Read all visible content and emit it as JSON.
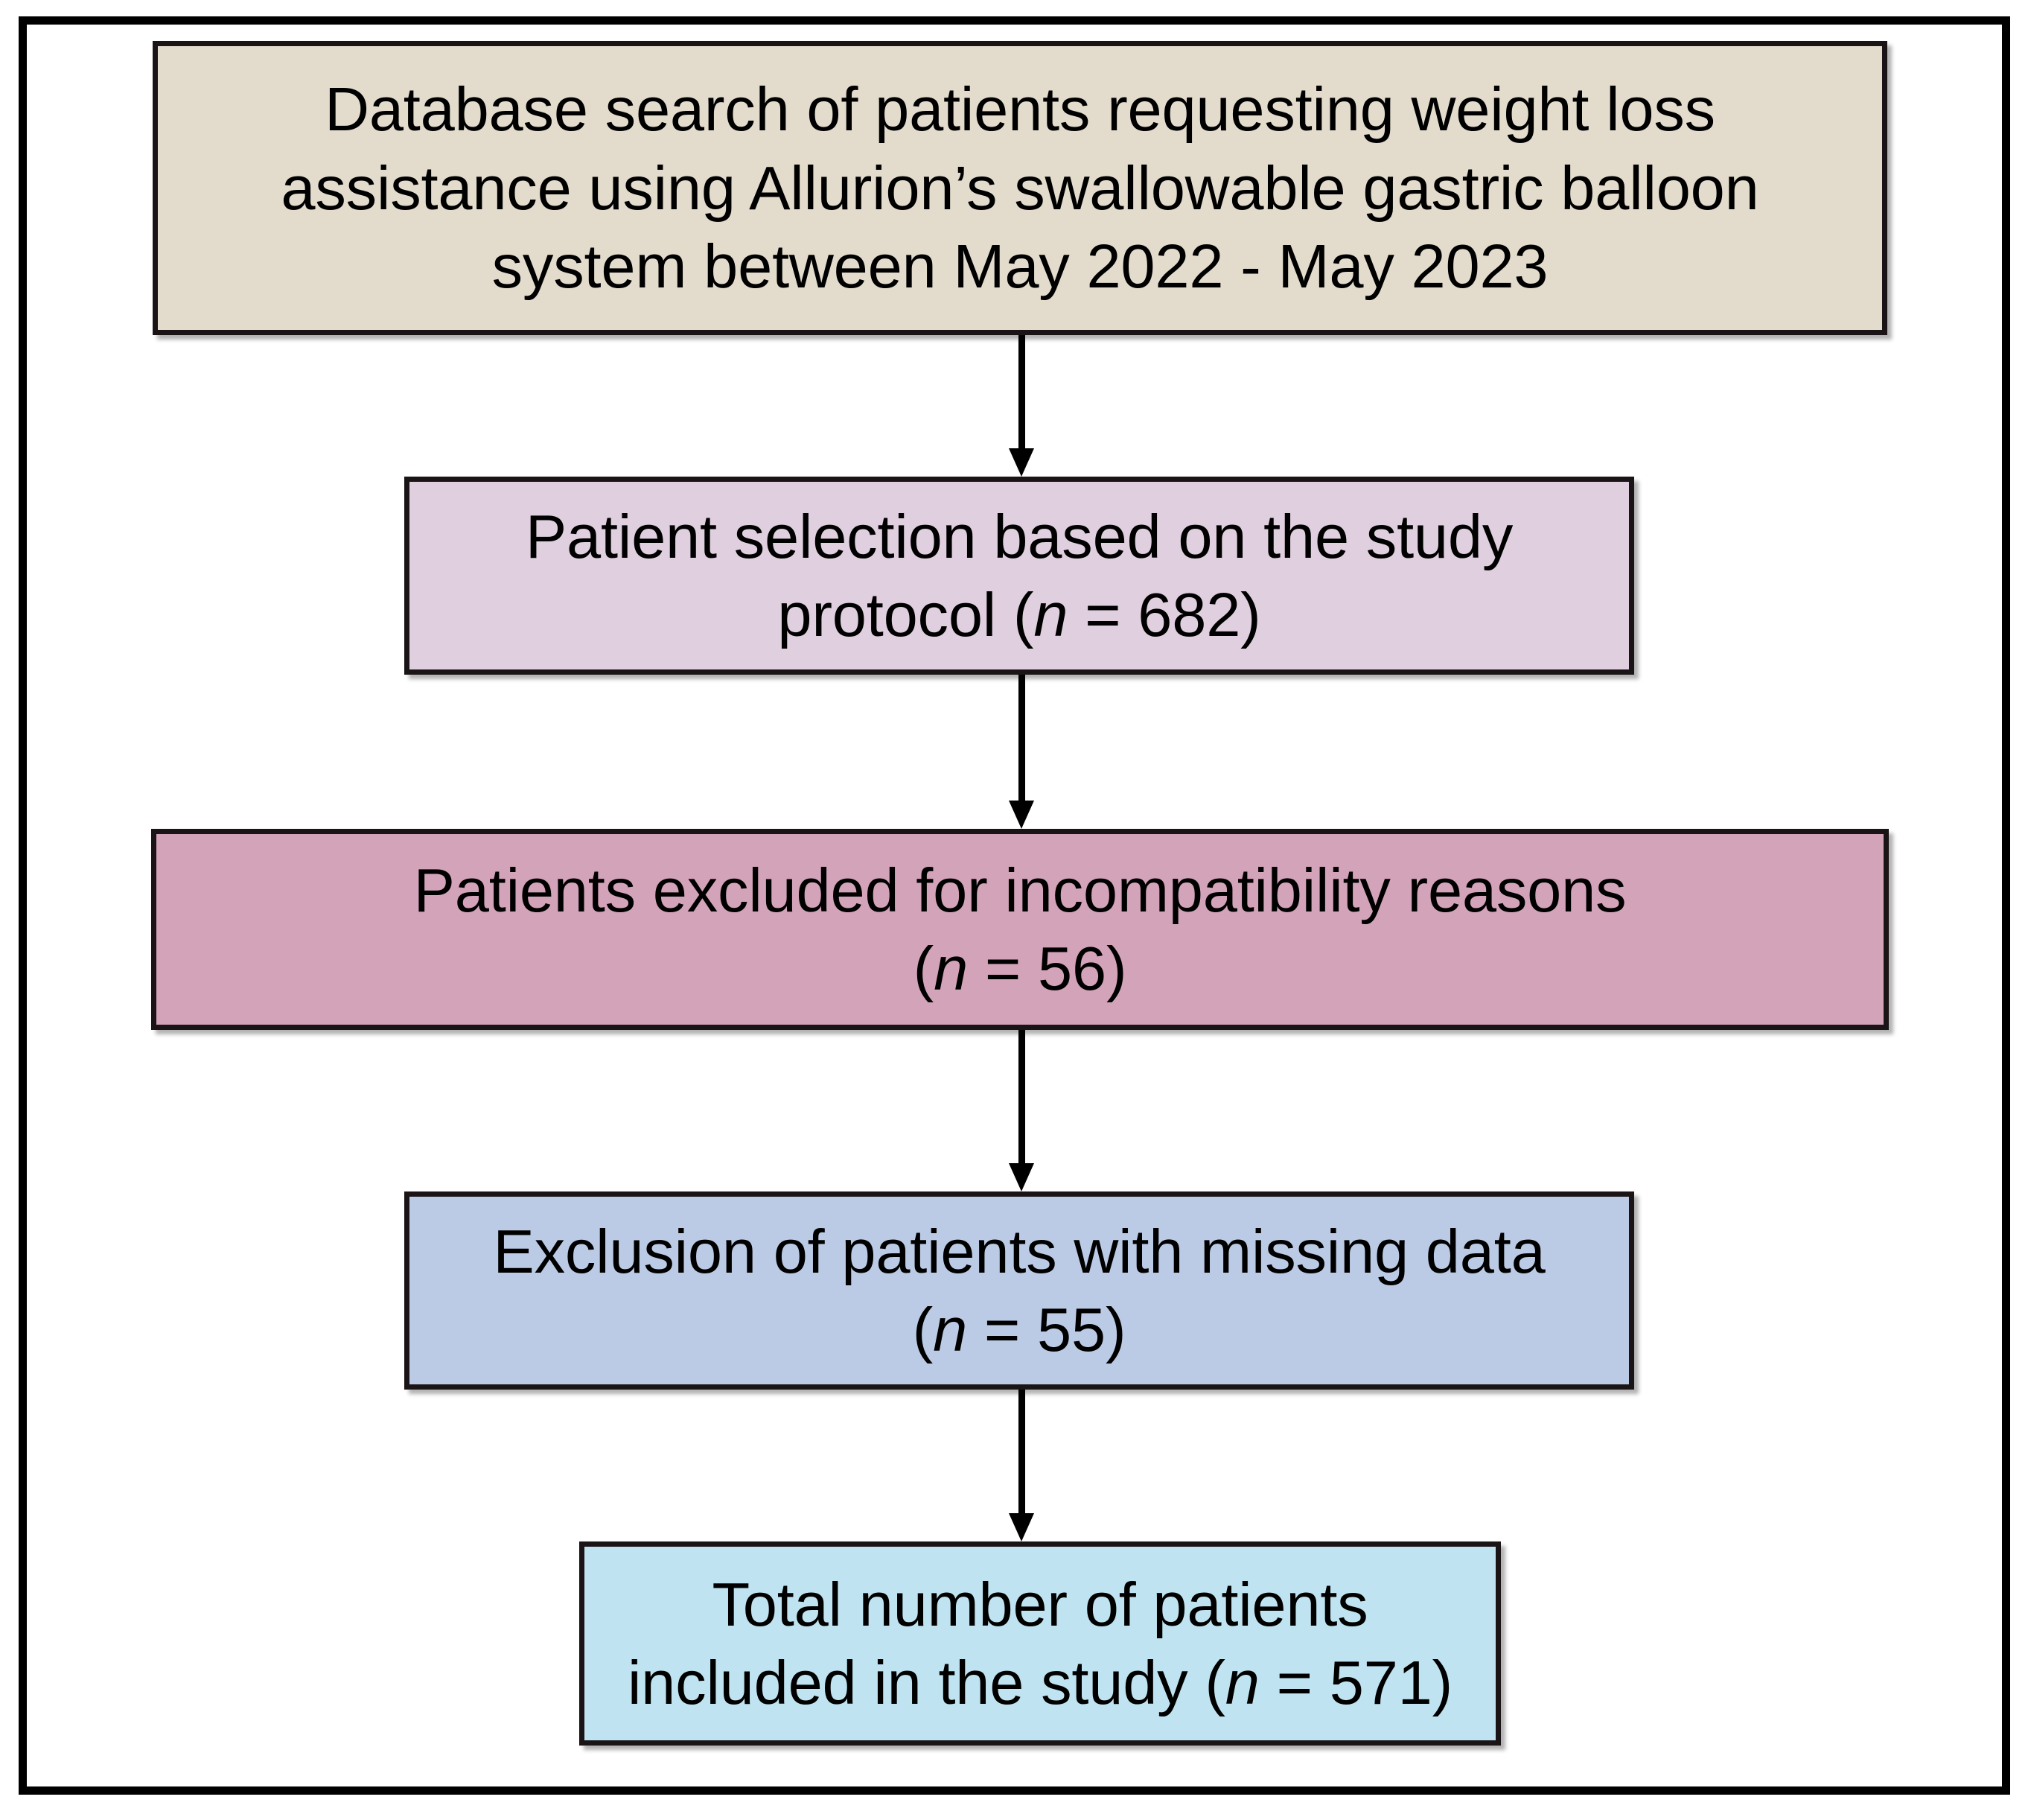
{
  "figure": {
    "type": "flowchart",
    "orientation": "vertical-top-down",
    "frame_color": "#000000",
    "background": "#ffffff"
  },
  "chart_data": {
    "type": "table",
    "title": "Patient selection flow diagram",
    "nodes": [
      {
        "id": "database-search",
        "text": "Database search of patients requesting weight loss assistance using Allurion’s swallowable gastric balloon system between May 2022 - May 2023",
        "lines": [
          "Database search of patients requesting weight loss",
          "assistance using Allurion’s swallowable gastric balloon",
          "system between May 2022 - May 2023"
        ],
        "n": null,
        "fill": "#e3dccd"
      },
      {
        "id": "patient-selection",
        "text": "Patient selection based on the study protocol (n = 682)",
        "lines": [
          "Patient selection based on the study",
          "protocol (n = 682)"
        ],
        "n": 682,
        "fill": "#e0cfdf"
      },
      {
        "id": "excluded-incompatibility",
        "text": "Patients excluded for incompatibility reasons (n = 56)",
        "lines": [
          "Patients excluded for incompatibility reasons",
          "(n = 56)"
        ],
        "n": 56,
        "fill": "#d3a3b9"
      },
      {
        "id": "missing-data",
        "text": "Exclusion of patients with missing data (n = 55)",
        "lines": [
          "Exclusion of patients with missing data",
          "(n = 55)"
        ],
        "n": 55,
        "fill": "#bccbe5"
      },
      {
        "id": "total-included",
        "text": "Total number of patients included in the study (n = 571)",
        "lines": [
          "Total number of patients",
          "included in the study (n = 571)"
        ],
        "n": 571,
        "fill": "#bfe3f0"
      }
    ],
    "edges": [
      {
        "from": "database-search",
        "to": "patient-selection",
        "style": "solid-arrow-down"
      },
      {
        "from": "patient-selection",
        "to": "excluded-incompatibility",
        "style": "solid-arrow-down"
      },
      {
        "from": "excluded-incompatibility",
        "to": "missing-data",
        "style": "solid-arrow-down"
      },
      {
        "from": "missing-data",
        "to": "total-included",
        "style": "solid-arrow-down"
      }
    ]
  },
  "boxes": {
    "database_search": {
      "line1": "Database search of patients requesting weight loss",
      "line2": "assistance using Allurion’s swallowable gastric balloon",
      "line3": "system between May 2022 - May 2023"
    },
    "patient_selection": {
      "line1": "Patient selection based on the study",
      "line2_prefix": "protocol (",
      "line2_italic": "n",
      "line2_suffix": " = 682)"
    },
    "excluded_incompatibility": {
      "line1": "Patients excluded for incompatibility reasons",
      "line2_prefix": "(",
      "line2_italic": "n",
      "line2_suffix": " = 56)"
    },
    "missing_data": {
      "line1": "Exclusion of patients with missing data",
      "line2_prefix": "(",
      "line2_italic": "n",
      "line2_suffix": " = 55)"
    },
    "total_included": {
      "line1": "Total number of patients",
      "line2_prefix": "included in the study (",
      "line2_italic": "n",
      "line2_suffix": " = 571)"
    }
  }
}
